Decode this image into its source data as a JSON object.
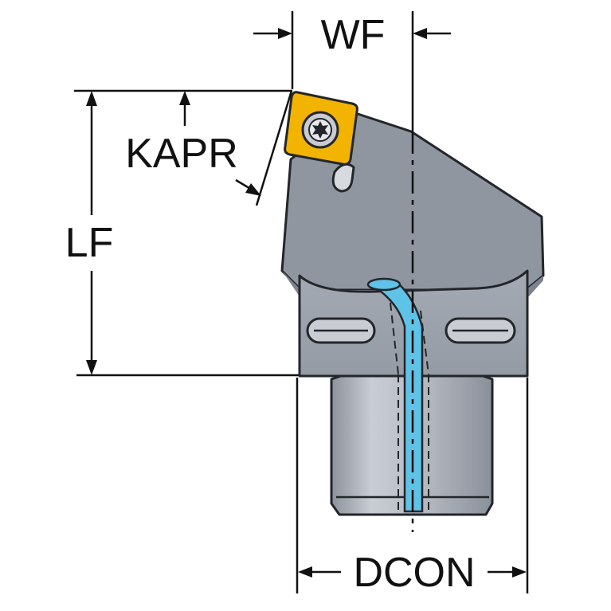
{
  "labels": {
    "wf": "WF",
    "kapr": "KAPR",
    "lf": "LF",
    "dcon": "DCON"
  },
  "colors": {
    "body_dark": "#8f96a0",
    "body_light": "#a9afb8",
    "body_edge": "#23262a",
    "insert": "#f2b400",
    "coolant": "#5fc3e8",
    "shank": "#b7bcc5",
    "line": "#111111"
  }
}
